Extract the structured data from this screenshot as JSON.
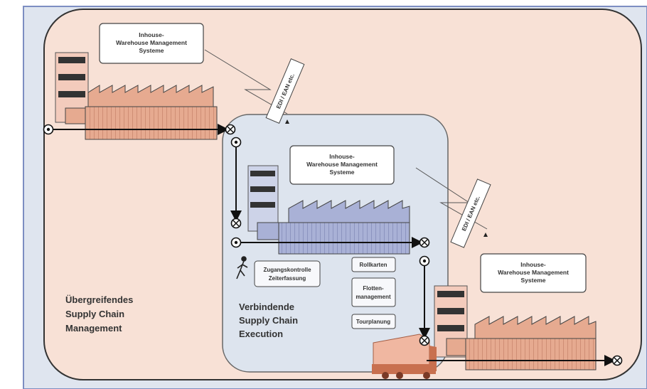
{
  "outer": {
    "label_lines": [
      "Übergreifendes",
      "Supply Chain",
      "Management"
    ]
  },
  "inner": {
    "label_lines": [
      "Verbindende",
      "Supply Chain",
      "Execution"
    ]
  },
  "wms_1": {
    "lines": [
      "Inhouse-",
      "Warehouse Management",
      "Systeme"
    ]
  },
  "wms_2": {
    "lines": [
      "Inhouse-",
      "Warehouse Management",
      "Systeme"
    ]
  },
  "wms_3": {
    "lines": [
      "Inhouse-",
      "Warehouse Management",
      "Systeme"
    ]
  },
  "edi_1": "EDI / EAN etc.",
  "edi_2": "EDI / EAN etc.",
  "function_boxes": {
    "zugang": [
      "Zugangskontrolle",
      "Zeiterfassung"
    ],
    "rollkarten": [
      "Rollkarten"
    ],
    "flotten": [
      "Flotten-",
      "management"
    ],
    "tourplanung": [
      "Tourplanung"
    ]
  },
  "colors": {
    "outer_fill": "#f8e1d6",
    "inner_fill": "#dde4ee",
    "factory_salmon": "#e6aa90",
    "factory_blue": "#a9b1d6",
    "frame": "#7d8ec2"
  }
}
